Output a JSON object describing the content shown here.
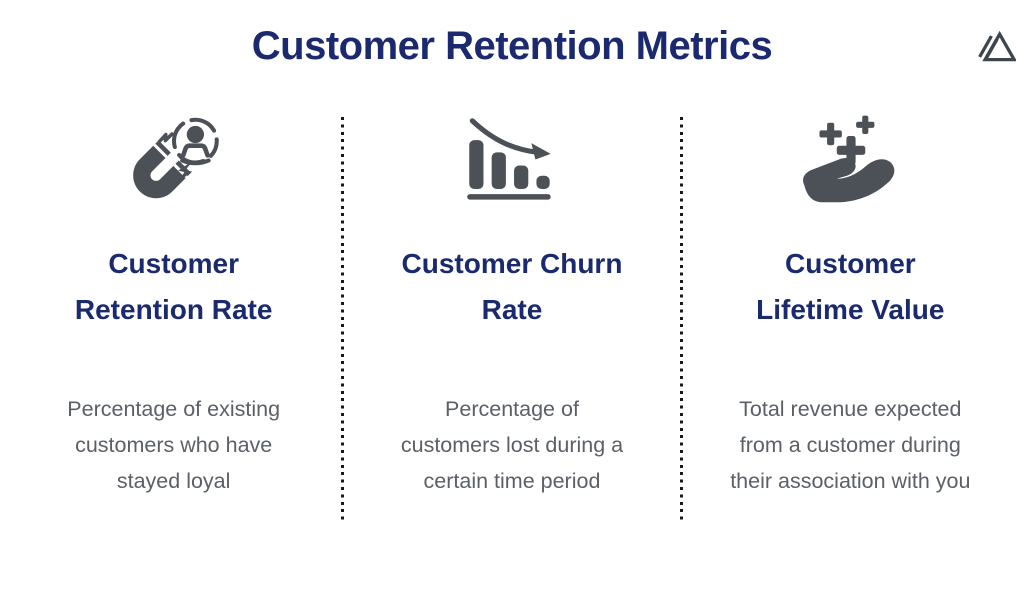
{
  "page": {
    "title": "Customer Retention Metrics"
  },
  "brand": {
    "logo_icon": "mountain-peaks-logo"
  },
  "colors": {
    "navy": "#1b2a6e",
    "text_gray": "#5b6067",
    "icon_gray": "#4c5157",
    "background": "#ffffff",
    "divider": "#15181c"
  },
  "columns": [
    {
      "icon": "magnet-attracting-customer-icon",
      "title": "Customer Retention Rate",
      "title_lines": [
        "Customer",
        "Retention Rate"
      ],
      "description": "Percentage of existing customers who have stayed loyal",
      "description_lines": [
        "Percentage of existing",
        "customers who have",
        "stayed loyal"
      ]
    },
    {
      "icon": "declining-bar-chart-icon",
      "title": "Customer Churn Rate",
      "title_lines": [
        "Customer Churn",
        "Rate"
      ],
      "description": "Percentage of customers lost during a certain time period",
      "description_lines": [
        "Percentage of",
        "customers lost during a",
        "certain time period"
      ]
    },
    {
      "icon": "hand-giving-plus-signs-icon",
      "title": "Customer Lifetime Value",
      "title_lines": [
        "Customer",
        "Lifetime Value"
      ],
      "description": "Total revenue expected from a customer during their association with you",
      "description_lines": [
        "Total revenue expected",
        "from a customer during",
        "their association with you"
      ]
    }
  ]
}
